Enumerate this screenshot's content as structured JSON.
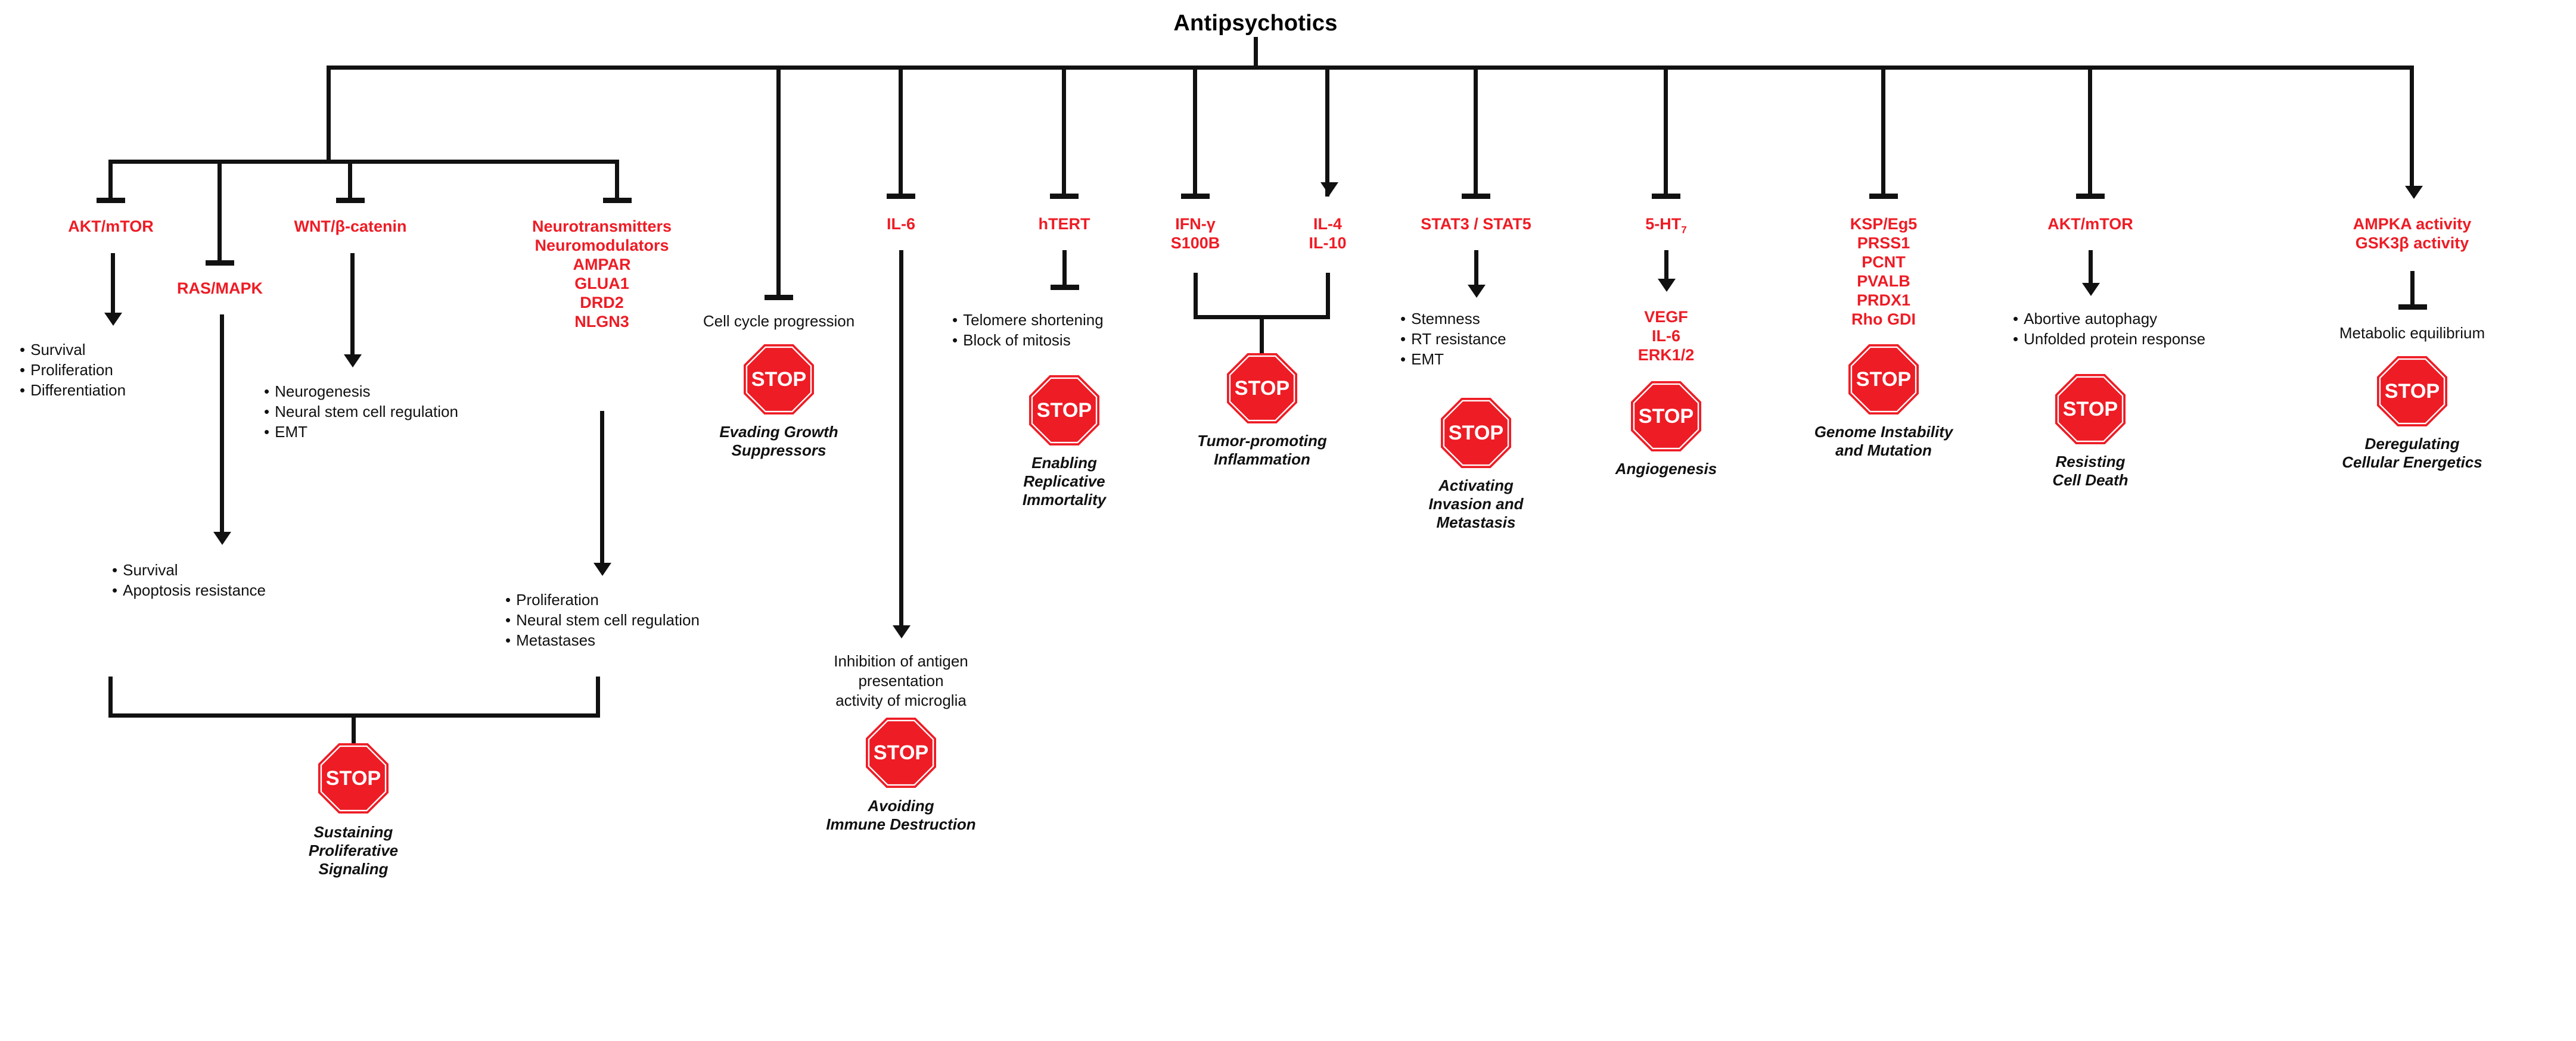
{
  "title": "Antipsychotics",
  "colors": {
    "accent_red": "#ee1c25",
    "line_black": "#111111",
    "text_black": "#000000"
  },
  "icons": {
    "stop_sign": "stop-sign-icon",
    "inhibition": "t-bar-inhibition-icon",
    "activation": "down-arrow-icon"
  },
  "stop_label": "STOP",
  "branches": [
    {
      "id": "akt-mtor-left",
      "targets": [
        "AKT/mTOR"
      ],
      "effects": [
        "Survival",
        "Proliferation",
        "Differentiation"
      ]
    },
    {
      "id": "ras-mapk",
      "targets": [
        "RAS/MAPK"
      ],
      "effects": [
        "Survival",
        "Apoptosis resistance"
      ]
    },
    {
      "id": "wnt-bcatenin",
      "targets": [
        "WNT/β-catenin"
      ],
      "effects": [
        "Neurogenesis",
        "Neural stem cell regulation",
        "EMT"
      ]
    },
    {
      "id": "neurotransmitters",
      "targets": [
        "Neurotransmitters",
        "Neuromodulators",
        "AMPAR",
        "GLUA1",
        "DRD2",
        "NLGN3"
      ],
      "effects": [
        "Proliferation",
        "Neural stem cell regulation",
        "Metastases"
      ]
    },
    {
      "id": "cell-cycle",
      "targets": [],
      "effects_plain": [
        "Cell cycle progression"
      ],
      "hallmark": "Evading Growth\nSuppressors"
    },
    {
      "id": "il-6",
      "targets": [
        "IL-6"
      ],
      "effects_plain": [
        "Inhibition of antigen",
        "presentation",
        "activity  of microglia"
      ],
      "hallmark": "Avoiding\nImmune Destruction"
    },
    {
      "id": "htert",
      "targets": [
        "hTERT"
      ],
      "effects": [
        "Telomere shortening",
        "Block of mitosis"
      ],
      "hallmark": "Enabling\nReplicative\nImmortality"
    },
    {
      "id": "ifn-gamma-s100b",
      "targets": [
        "IFN-γ",
        "S100B"
      ]
    },
    {
      "id": "il-4-il-10",
      "targets": [
        "IL-4",
        "IL-10"
      ],
      "hallmark": "Tumor-promoting\nInflammation"
    },
    {
      "id": "stat3-stat5",
      "targets": [
        "STAT3 / STAT5"
      ],
      "effects": [
        "Stemness",
        "RT resistance",
        "EMT"
      ],
      "hallmark": "Activating\nInvasion and\nMetastasis"
    },
    {
      "id": "5-ht7",
      "targets": [
        "5-HT7"
      ],
      "targets_red_downstream": [
        "VEGF",
        "IL-6",
        "ERK1/2"
      ],
      "hallmark": "Angiogenesis"
    },
    {
      "id": "ksp-eg5",
      "targets": [
        "KSP/Eg5",
        "PRSS1",
        "PCNT",
        "PVALB",
        "PRDX1",
        "Rho GDI"
      ],
      "hallmark": "Genome Instability\nand Mutation"
    },
    {
      "id": "akt-mtor-right",
      "targets": [
        "AKT/mTOR"
      ],
      "effects": [
        "Abortive autophagy",
        "Unfolded protein response"
      ],
      "hallmark": "Resisting\nCell Death"
    },
    {
      "id": "ampka-gsk3b",
      "targets": [
        "AMPKA activity",
        "GSK3β activity"
      ],
      "effects_plain": [
        "Metabolic equilibrium"
      ],
      "hallmark": "Deregulating\nCellular Energetics"
    },
    {
      "id": "sustaining-proliferative",
      "hallmark": "Sustaining\nProliferative\nSignaling"
    }
  ],
  "labels": {
    "akt_mtor_left": "AKT/mTOR",
    "ras_mapk": "RAS/MAPK",
    "wnt": "WNT/β-catenin",
    "nt1": "Neurotransmitters",
    "nt2": "Neuromodulators",
    "nt3": "AMPAR",
    "nt4": "GLUA1",
    "nt5": "DRD2",
    "nt6": "NLGN3",
    "il6": "IL-6",
    "htert": "hTERT",
    "ifng": "IFN-γ",
    "s100b": "S100B",
    "il4": "IL-4",
    "il10": "IL-10",
    "stat": "STAT3 / STAT5",
    "ht7_base": "5-HT",
    "ht7_sub": "7",
    "vegf": "VEGF",
    "il6b": "IL-6",
    "erk": "ERK1/2",
    "ksp": "KSP/Eg5",
    "prss1": "PRSS1",
    "pcnt": "PCNT",
    "pvalb": "PVALB",
    "prdx1": "PRDX1",
    "rhogdi": "Rho GDI",
    "akt_mtor_right": "AKT/mTOR",
    "ampka": "AMPKA activity",
    "gsk3b": "GSK3β activity"
  },
  "effect_lists": {
    "akt_left": [
      "Survival",
      "Proliferation",
      "Differentiation"
    ],
    "ras_mapk": [
      "Survival",
      "Apoptosis resistance"
    ],
    "wnt": [
      "Neurogenesis",
      "Neural stem cell regulation",
      "EMT"
    ],
    "nt": [
      "Proliferation",
      "Neural stem cell regulation",
      "Metastases"
    ],
    "htert": [
      "Telomere shortening",
      "Block of mitosis"
    ],
    "stat": [
      "Stemness",
      "RT resistance",
      "EMT"
    ],
    "akt_right": [
      "Abortive autophagy",
      "Unfolded protein response"
    ]
  },
  "plain_texts": {
    "cell_cycle": "Cell cycle progression",
    "antigen_1": "Inhibition of antigen",
    "antigen_2": "presentation",
    "antigen_3": "activity  of microglia",
    "metabolic": "Metabolic equilibrium"
  },
  "hallmarks": {
    "evading_1": "Evading Growth",
    "evading_2": "Suppressors",
    "avoiding_1": "Avoiding",
    "avoiding_2": "Immune Destruction",
    "replicative_1": "Enabling",
    "replicative_2": "Replicative",
    "replicative_3": "Immortality",
    "inflammation_1": "Tumor-promoting",
    "inflammation_2": "Inflammation",
    "invasion_1": "Activating",
    "invasion_2": "Invasion and",
    "invasion_3": "Metastasis",
    "angiogenesis_1": "Angiogenesis",
    "genome_1": "Genome Instability",
    "genome_2": "and Mutation",
    "resisting_1": "Resisting",
    "resisting_2": "Cell Death",
    "dereg_1": "Deregulating",
    "dereg_2": "Cellular Energetics",
    "sustaining_1": "Sustaining",
    "sustaining_2": "Proliferative",
    "sustaining_3": "Signaling"
  }
}
